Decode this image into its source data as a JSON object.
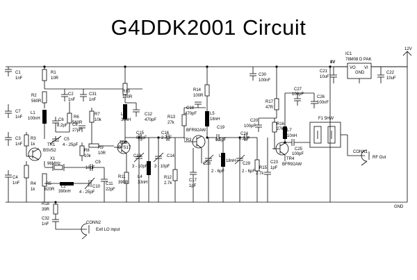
{
  "title": "G4DDK2001 Circuit",
  "labels": {
    "C1": [
      "C1",
      "1nF"
    ],
    "R1": [
      "R1",
      "10R"
    ],
    "C2": [
      "C2",
      "1nF"
    ],
    "C31": [
      "C31",
      "1nF"
    ],
    "R2": [
      "R2",
      "560R"
    ],
    "R10": [
      "R10",
      "100R"
    ],
    "C7": [
      "C7",
      "1nF"
    ],
    "L1": [
      "L1",
      "100nH"
    ],
    "C6": [
      "C6",
      "8.2pF"
    ],
    "R6": [
      "R6",
      "560R"
    ],
    "R7": [
      "R7",
      "10k"
    ],
    "L3": [
      "L3",
      "33nH"
    ],
    "C12": [
      "C12",
      "470pF"
    ],
    "R14": [
      "R14",
      "100R"
    ],
    "C30": [
      "C30",
      "100nF"
    ],
    "C3": [
      "C3",
      "1nF"
    ],
    "R3": [
      "R3",
      "1k"
    ],
    "TR1": [
      "TR1",
      "BSV52"
    ],
    "C5": [
      "C5",
      "4 - 25pF"
    ],
    "C8": [
      "C8",
      "27pF"
    ],
    "R8": [
      "R8",
      "10k"
    ],
    "R9": [
      "R9",
      "10R"
    ],
    "TR2": [
      "TR2",
      "BFS17"
    ],
    "C13": [
      "C13",
      "3 - 10pF"
    ],
    "C14": [
      "C14",
      "3 - 10pF"
    ],
    "C15": [
      "C15",
      "0.5pF"
    ],
    "C16": [
      "C16",
      "2.7pF"
    ],
    "R13": [
      "R13",
      "27k"
    ],
    "C18": [
      "C18",
      "470pF"
    ],
    "L5": [
      "L5",
      "18nH"
    ],
    "BFR92AW_a": [
      "BFR92AW"
    ],
    "TR3": [
      "TR3"
    ],
    "C19": [
      "C19",
      "0.5pF"
    ],
    "C28": [
      "C28",
      "2 - 6pF"
    ],
    "L6": [
      "L6",
      "18nH"
    ],
    "C29": [
      "C29",
      "2 - 6pF"
    ],
    "C24": [
      "C24",
      "2.2pF"
    ],
    "C20": [
      "C20",
      "100pF"
    ],
    "R16": [
      "R16",
      "27k"
    ],
    "R17": [
      "R17",
      "47R"
    ],
    "C27": [
      "C27",
      "100pF"
    ],
    "C26": [
      "C26",
      "100nF"
    ],
    "L7": [
      "L7",
      "10nH"
    ],
    "C25": [
      "C25",
      "100pF"
    ],
    "TR4": [
      "TR4",
      "BFR92AW"
    ],
    "R15": [
      "R15",
      "2.7k"
    ],
    "C23": [
      "C23",
      "1pF"
    ],
    "C17": [
      "C17",
      "1pF"
    ],
    "R12": [
      "R12",
      "2.7k"
    ],
    "L4": [
      "L4",
      "33nH"
    ],
    "R11": [
      "R11",
      "390R"
    ],
    "C11": [
      "C11",
      "22pF"
    ],
    "C9": [
      "C9",
      "10pF"
    ],
    "C10": [
      "C10",
      "4 - 25pF"
    ],
    "L2": [
      "L2",
      "390nH"
    ],
    "R5": [
      "R5",
      "820R"
    ],
    "X1": [
      "X1",
      "96MHz"
    ],
    "C4": [
      "C4",
      "1nF"
    ],
    "R4": [
      "R4",
      "1k"
    ],
    "R18": [
      "R18",
      "39R"
    ],
    "C32": [
      "C32",
      "1nF"
    ],
    "IC1": [
      "IC1",
      "78M08 D PAK"
    ],
    "C21": [
      "C21",
      "10uF"
    ],
    "C22": [
      "C22",
      "10uF"
    ],
    "F1": [
      "F1 5HW"
    ],
    "CONN1": [
      "CONN1"
    ],
    "CONN2": [
      "CONN2"
    ]
  },
  "misc": {
    "v12": "12V",
    "v8": "8V",
    "gnd": "GND",
    "rf_out": "RF Out",
    "ext_lo": "Extl LO input",
    "ic_vo": "VO",
    "ic_vi": "VI",
    "ic_gnd": "GND"
  }
}
